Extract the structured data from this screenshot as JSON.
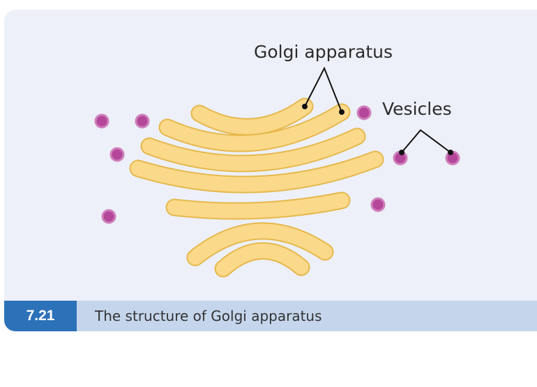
{
  "diagram": {
    "labels": {
      "golgi": "Golgi apparatus",
      "vesicles": "Vesicles"
    },
    "colors": {
      "panel_background": "#edf0f8",
      "cisterna_fill": "#fbd98a",
      "cisterna_outline": "#e6b84c",
      "vesicle_fill": "#b4479a",
      "vesicle_outline": "#cf7fbc",
      "leader_line": "#111111"
    }
  },
  "caption": {
    "number": "7.21",
    "text": "The structure of Golgi apparatus",
    "number_background": "#2c72b8",
    "bar_background": "#c5d6ec"
  }
}
